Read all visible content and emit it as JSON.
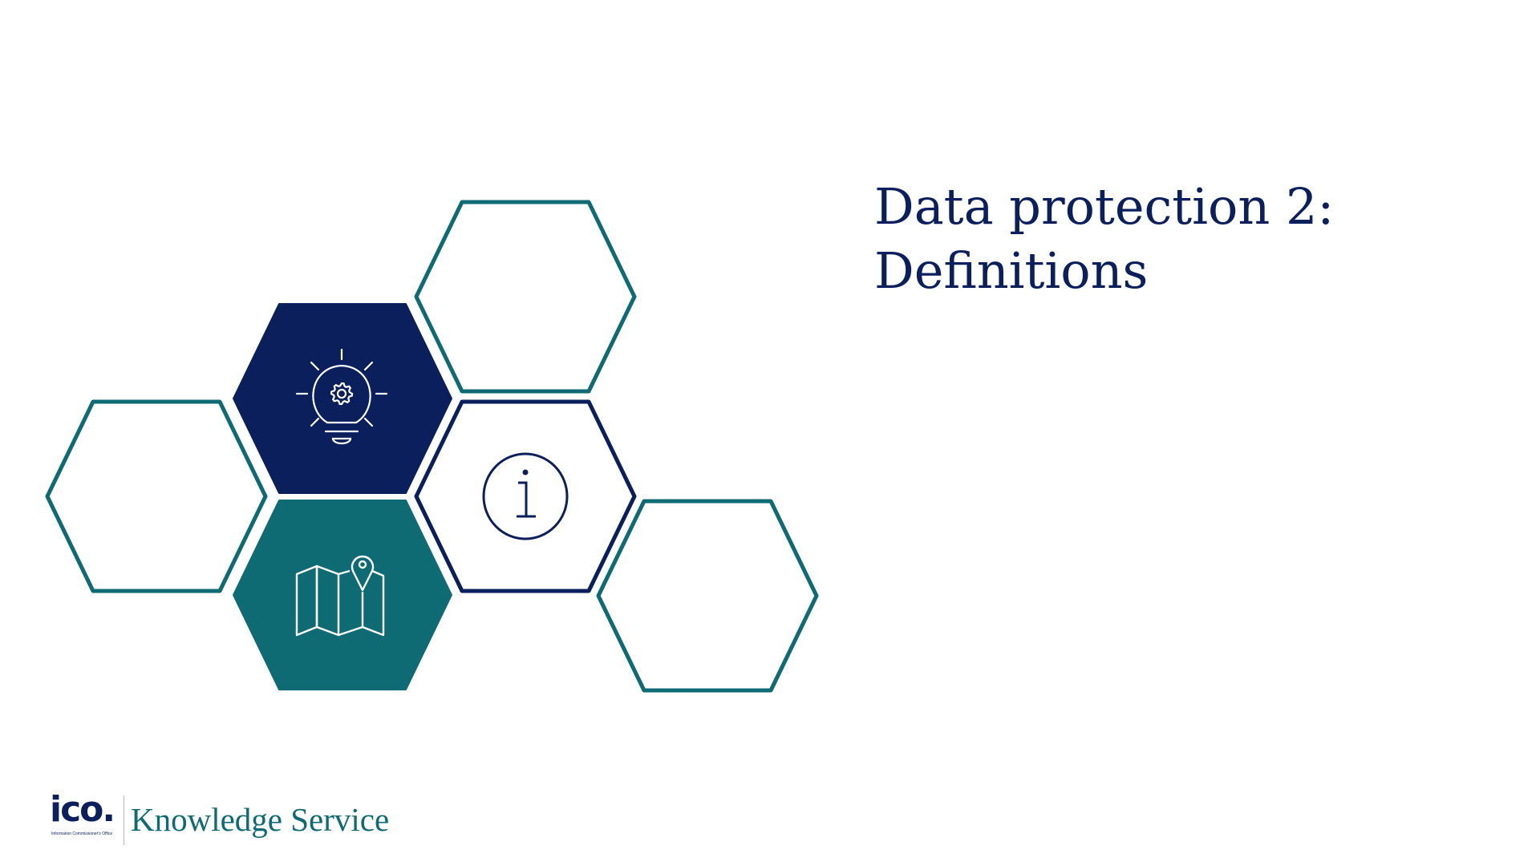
{
  "slide": {
    "title_line1": "Data protection 2:",
    "title_line2": "Definitions"
  },
  "footer": {
    "logo_text": "ico.",
    "logo_subtext": "Information Commissioner's Office",
    "service_name": "Knowledge Service"
  },
  "colors": {
    "navy": "#0a1f5c",
    "teal": "#0f6b73",
    "white": "#ffffff"
  },
  "icons": [
    "lightbulb-gear-icon",
    "info-icon",
    "map-pin-icon"
  ]
}
